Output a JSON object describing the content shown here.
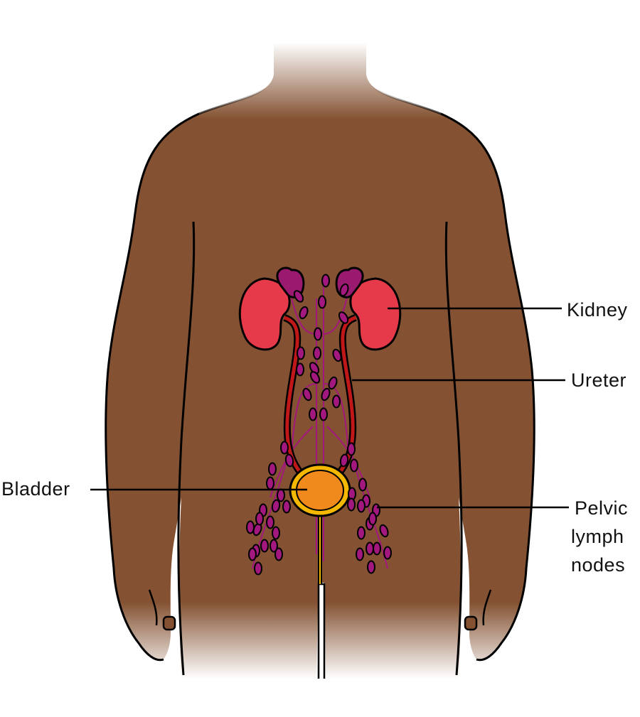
{
  "title": "Urinary system and pelvic lymph nodes",
  "labels": {
    "kidney": "Kidney",
    "ureter": "Ureter",
    "bladder": "Bladder",
    "pelvic_line1": "Pelvic",
    "pelvic_line2": "lymph",
    "pelvic_line3": "nodes"
  },
  "colors": {
    "skin": "#845232",
    "kidney": "#e63a4a",
    "adrenal": "#9a1a70",
    "ureter": "#c01818",
    "lymph_node": "#a3187e",
    "bladder": "#f08a1c",
    "bladder_rim": "#f5b800"
  }
}
